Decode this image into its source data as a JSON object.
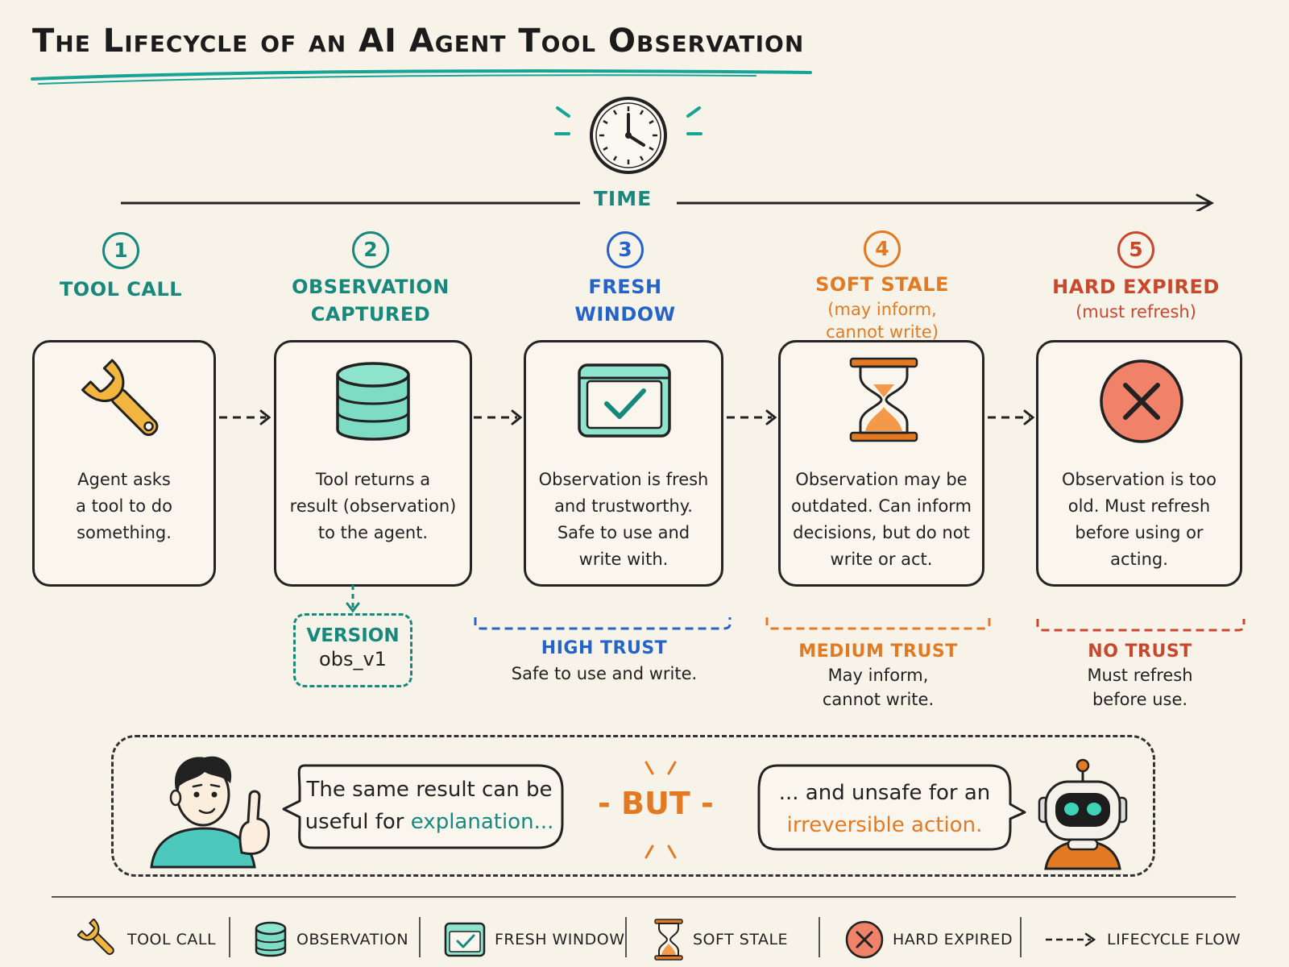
{
  "title": "The Lifecycle of an AI Agent Tool Observation",
  "timeline": {
    "label": "TIME"
  },
  "stages": [
    {
      "number": "1",
      "title_line1": "TOOL CALL",
      "title_line2": "",
      "subtitle_line1": "",
      "subtitle_line2": "",
      "desc": [
        "Agent asks",
        "a tool to do",
        "something."
      ],
      "color": "#17897c"
    },
    {
      "number": "2",
      "title_line1": "OBSERVATION",
      "title_line2": "CAPTURED",
      "subtitle_line1": "",
      "subtitle_line2": "",
      "desc": [
        "Tool returns a",
        "result (observation)",
        "to the agent."
      ],
      "color": "#17897c"
    },
    {
      "number": "3",
      "title_line1": "FRESH",
      "title_line2": "WINDOW",
      "subtitle_line1": "",
      "subtitle_line2": "",
      "desc": [
        "Observation is fresh",
        "and trustworthy.",
        "Safe to use and",
        "write with."
      ],
      "color": "#2563c9"
    },
    {
      "number": "4",
      "title_line1": "SOFT STALE",
      "title_line2": "",
      "subtitle_line1": "(may inform,",
      "subtitle_line2": "cannot write)",
      "desc": [
        "Observation may be",
        "outdated. Can inform",
        "decisions, but do not",
        "write or act."
      ],
      "color": "#e27a24"
    },
    {
      "number": "5",
      "title_line1": "HARD EXPIRED",
      "title_line2": "",
      "subtitle_line1": "(must refresh)",
      "subtitle_line2": "",
      "desc": [
        "Observation is too",
        "old. Must refresh",
        "before using or",
        "acting."
      ],
      "color": "#c8482d"
    }
  ],
  "version": {
    "label": "VERSION",
    "value": "obs_v1"
  },
  "trust": [
    {
      "title": "HIGH TRUST",
      "desc_line1": "Safe to use and write.",
      "desc_line2": "",
      "color": "#2563c9"
    },
    {
      "title": "MEDIUM TRUST",
      "desc_line1": "May inform,",
      "desc_line2": "cannot write.",
      "color": "#e27a24"
    },
    {
      "title": "NO TRUST",
      "desc_line1": "Must refresh",
      "desc_line2": "before use.",
      "color": "#c8482d"
    }
  ],
  "comparison": {
    "left_line1": "The same result can be",
    "left_line2_pre": "useful for ",
    "left_highlight": "explanation...",
    "but": "- BUT -",
    "right_line1": "... and unsafe for an",
    "right_highlight": "irreversible action."
  },
  "legend": [
    {
      "label": "TOOL CALL",
      "icon": "wrench-icon"
    },
    {
      "label": "OBSERVATION",
      "icon": "database-icon"
    },
    {
      "label": "FRESH WINDOW",
      "icon": "window-check-icon"
    },
    {
      "label": "SOFT STALE",
      "icon": "hourglass-icon"
    },
    {
      "label": "HARD EXPIRED",
      "icon": "x-circle-icon"
    },
    {
      "label": "LIFECYCLE FLOW",
      "icon": "dashed-arrow-icon"
    }
  ],
  "colors": {
    "teal": "#17897c",
    "blue": "#2563c9",
    "orange": "#e27a24",
    "red": "#c8482d",
    "wrench": "#f2b63f",
    "database": "#7fdcc4",
    "x_circle": "#f0826a"
  }
}
